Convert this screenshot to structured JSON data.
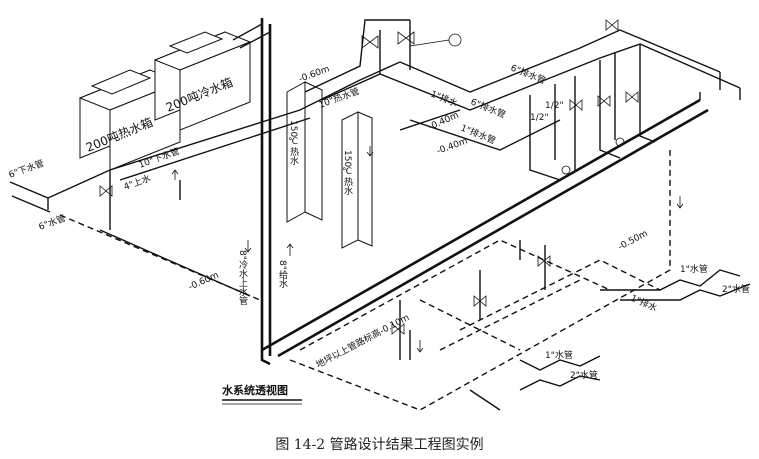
{
  "caption": "图 14-2  管路设计结果工程图实例",
  "diagram_title": "水系统透视图",
  "tanks": [
    {
      "label": "200吨热水箱"
    },
    {
      "label": "200吨冷水箱"
    }
  ],
  "heaters": [
    {
      "label": "150℃热水"
    },
    {
      "label": "150℃热水"
    }
  ],
  "elevations": {
    "top": "-0.60m",
    "mid_right": "-0.40m",
    "left": "-0.60m",
    "right": "-0.50m",
    "bottom": "-0.40m"
  },
  "pipe_labels": {
    "top_main": "10\"下水管",
    "top_hot": "10\"热水管",
    "left_in": "6\"下水管",
    "left_in2": "6\"水管",
    "left_branch": "4\"上水",
    "riser": "8\"冷水上水管",
    "riser2": "8\"给水",
    "branch_1": "1\"排水",
    "branch_2": "1\"排水管",
    "branch_3": "6\"排水管",
    "branch_4": "6\"排水管",
    "branch_5": "1/2\"",
    "branch_6": "1/2\"",
    "right_a": "1\"水管",
    "right_b": "2\"水管",
    "right_c": "1\"水管",
    "right_d": "2\"水管",
    "right_e": "1\"排水",
    "bottom_label": "地坪以上管路标高-0.10m"
  }
}
